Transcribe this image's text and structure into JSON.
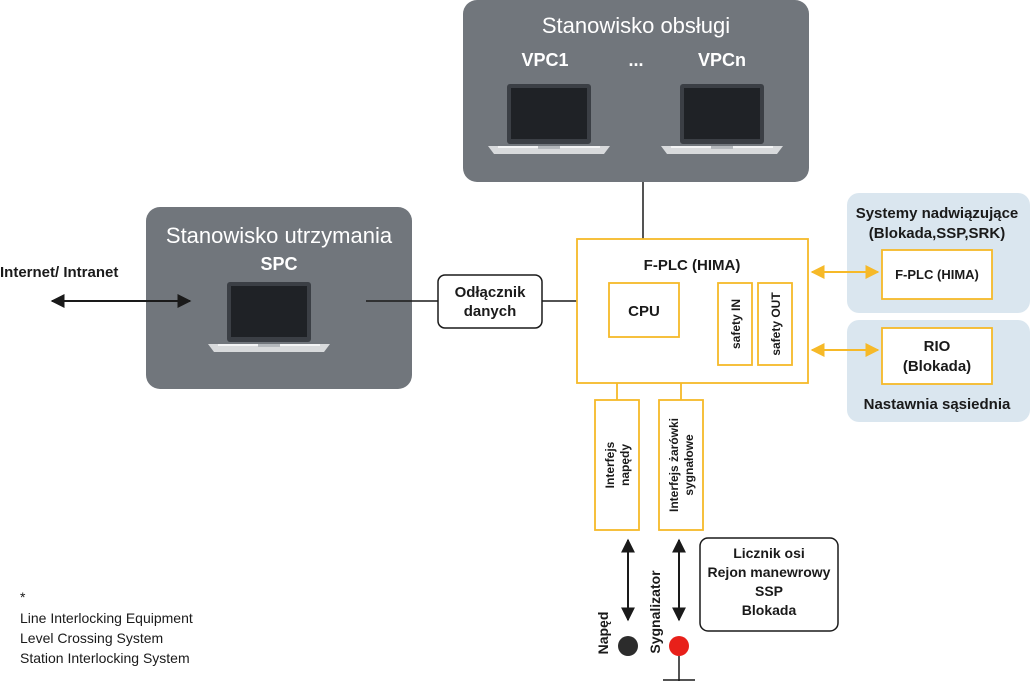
{
  "colors": {
    "panel_dark": "#71767c",
    "panel_light": "#dae6ef",
    "orange": "#f6b928",
    "black": "#1a1a1a",
    "signal_red": "#e8201a",
    "drive_gray": "#2c2c2c"
  },
  "operator_station": {
    "title": "Stanowisko obsługi",
    "vpc1": "VPC1",
    "ellipsis": "...",
    "vpcn": "VPCn",
    "icons": [
      "laptop-icon",
      "laptop-icon"
    ]
  },
  "maintenance_station": {
    "title": "Stanowisko utrzymania",
    "subtitle": "SPC",
    "icons": [
      "laptop-icon"
    ]
  },
  "internet_label": "Internet/ Intranet",
  "data_diode": {
    "line1": "Odłącznik",
    "line2": "danych"
  },
  "fplc": {
    "title": "F-PLC (HIMA)",
    "cpu": "CPU",
    "safety_in": "safety IN",
    "safety_out": "safety OUT"
  },
  "interfaces": {
    "drives": {
      "line1": "Interfejs",
      "line2": "napędy"
    },
    "bulbs": {
      "line1": "Interfejs żarówki",
      "line2": "sygnałowe"
    }
  },
  "connected_systems": {
    "title_line1": "Systemy nadwiązujące",
    "title_line2": "(Blokada,SSP,SRK)",
    "fplc": "F-PLC (HIMA)"
  },
  "neighbor_station": {
    "rio_line1": "RIO",
    "rio_line2": "(Blokada)",
    "label": "Nastawnia sąsiednia"
  },
  "field": {
    "drive_label": "Napęd",
    "signal_label": "Sygnalizator"
  },
  "other_systems": {
    "line1": "Licznik osi",
    "line2": "Rejon manewrowy",
    "line3": "SSP",
    "line4": "Blokada"
  },
  "footnote": {
    "asterisk": "*",
    "line1": "Line Interlocking Equipment",
    "line2": "Level Crossing System",
    "line3": "Station Interlocking System"
  }
}
